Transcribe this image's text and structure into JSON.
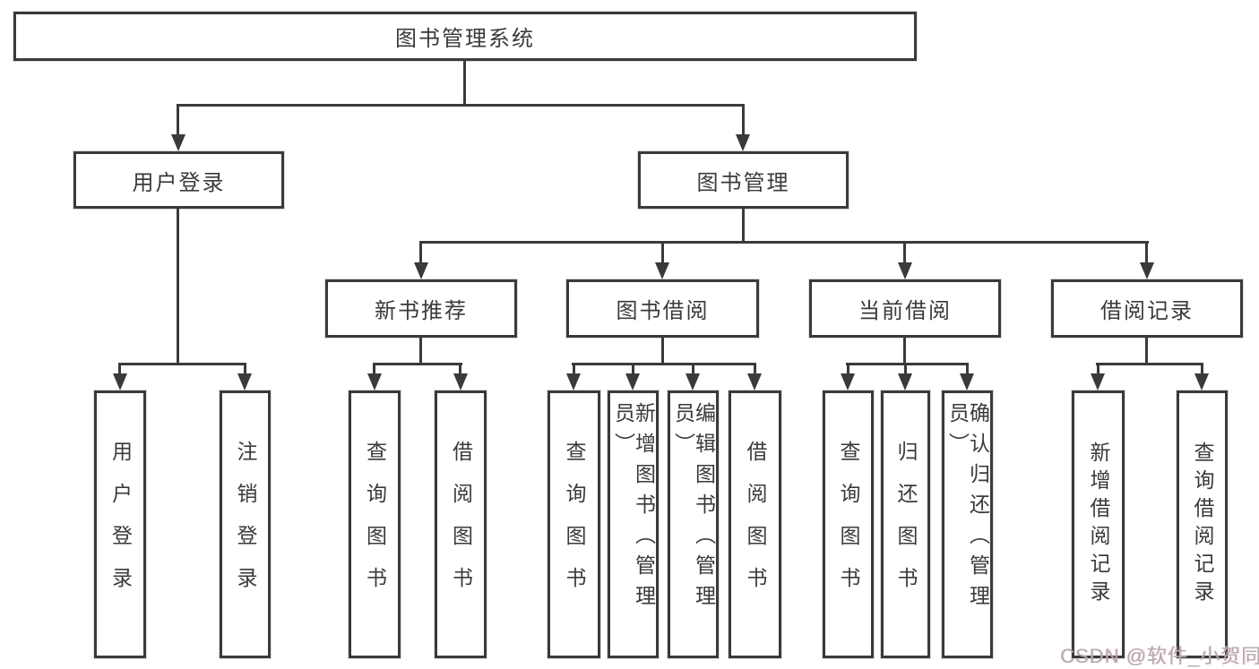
{
  "diagram": {
    "root": "图书管理系统",
    "branches": [
      {
        "label": "用户登录",
        "children": [
          "用户登录",
          "注销登录"
        ]
      },
      {
        "label": "图书管理",
        "sections": [
          {
            "label": "新书推荐",
            "children": [
              "查询图书",
              "借阅图书"
            ]
          },
          {
            "label": "图书借阅",
            "children": [
              "查询图书",
              "新增图书（管理员）",
              "编辑图书（管理员）",
              "借阅图书"
            ]
          },
          {
            "label": "当前借阅",
            "children": [
              "查询图书",
              "归还图书",
              "确认归还（管理员）"
            ]
          },
          {
            "label": "借阅记录",
            "children": [
              "新增借阅记录",
              "查询借阅记录"
            ]
          }
        ]
      }
    ],
    "colors": {
      "line": "#3a3a3a",
      "text": "#3a3a3a",
      "box_bg": "#ffffff",
      "watermark": "#b5abae"
    },
    "watermark": {
      "text": "CSDN @软件_小贺同学"
    }
  }
}
